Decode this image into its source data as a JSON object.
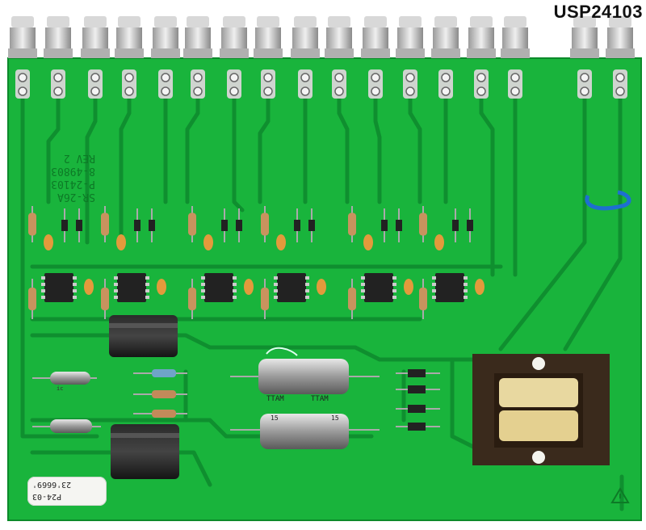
{
  "part_label": "USP24103",
  "board": {
    "silkscreen_rev": [
      "SR-26A",
      "P-24103",
      "8-49803",
      "REV 2"
    ],
    "capacitor_text": [
      "TTAM",
      "TTAM",
      "15",
      "15"
    ],
    "tag_text": [
      "P24-03",
      "23'6669'"
    ],
    "colors": {
      "pcb": "#19b43c",
      "trace": "#0f8f2f",
      "connector": "#c8c8c8",
      "transformer_core": "#3a2a1c",
      "coil": "#e8d8a0",
      "wire": "#1e6fd0"
    }
  },
  "icons": {
    "warning": "warning-triangle-icon"
  }
}
